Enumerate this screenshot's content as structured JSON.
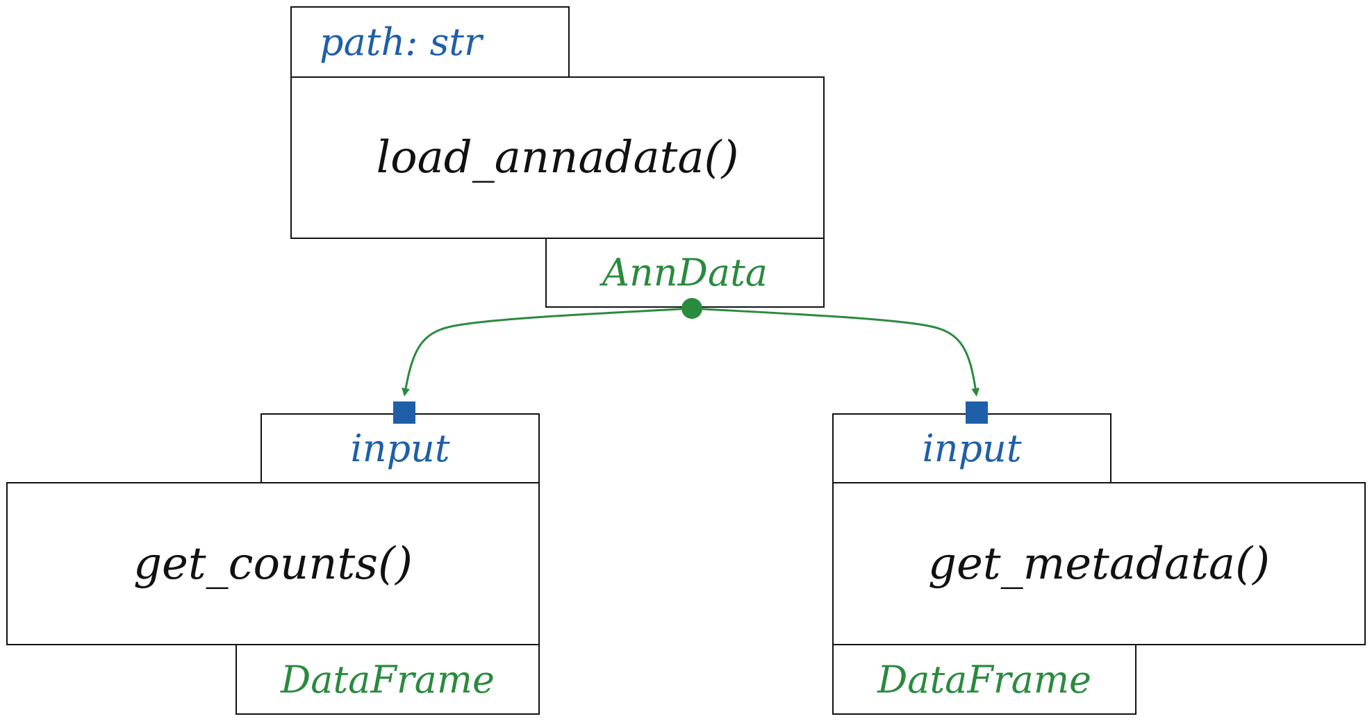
{
  "colors": {
    "input_port": "#1f5fa8",
    "output_port": "#2a8a3e",
    "box_border": "#111111",
    "function_text": "#111111"
  },
  "nodes": {
    "load": {
      "input_label": "path: str",
      "function_label": "load_annadata()",
      "output_label": "AnnData"
    },
    "counts": {
      "input_label": "input",
      "function_label": "get_counts()",
      "output_label": "DataFrame"
    },
    "metadata": {
      "input_label": "input",
      "function_label": "get_metadata()",
      "output_label": "DataFrame"
    }
  },
  "edges": [
    {
      "from": "load.output",
      "to": "counts.input"
    },
    {
      "from": "load.output",
      "to": "metadata.input"
    }
  ]
}
